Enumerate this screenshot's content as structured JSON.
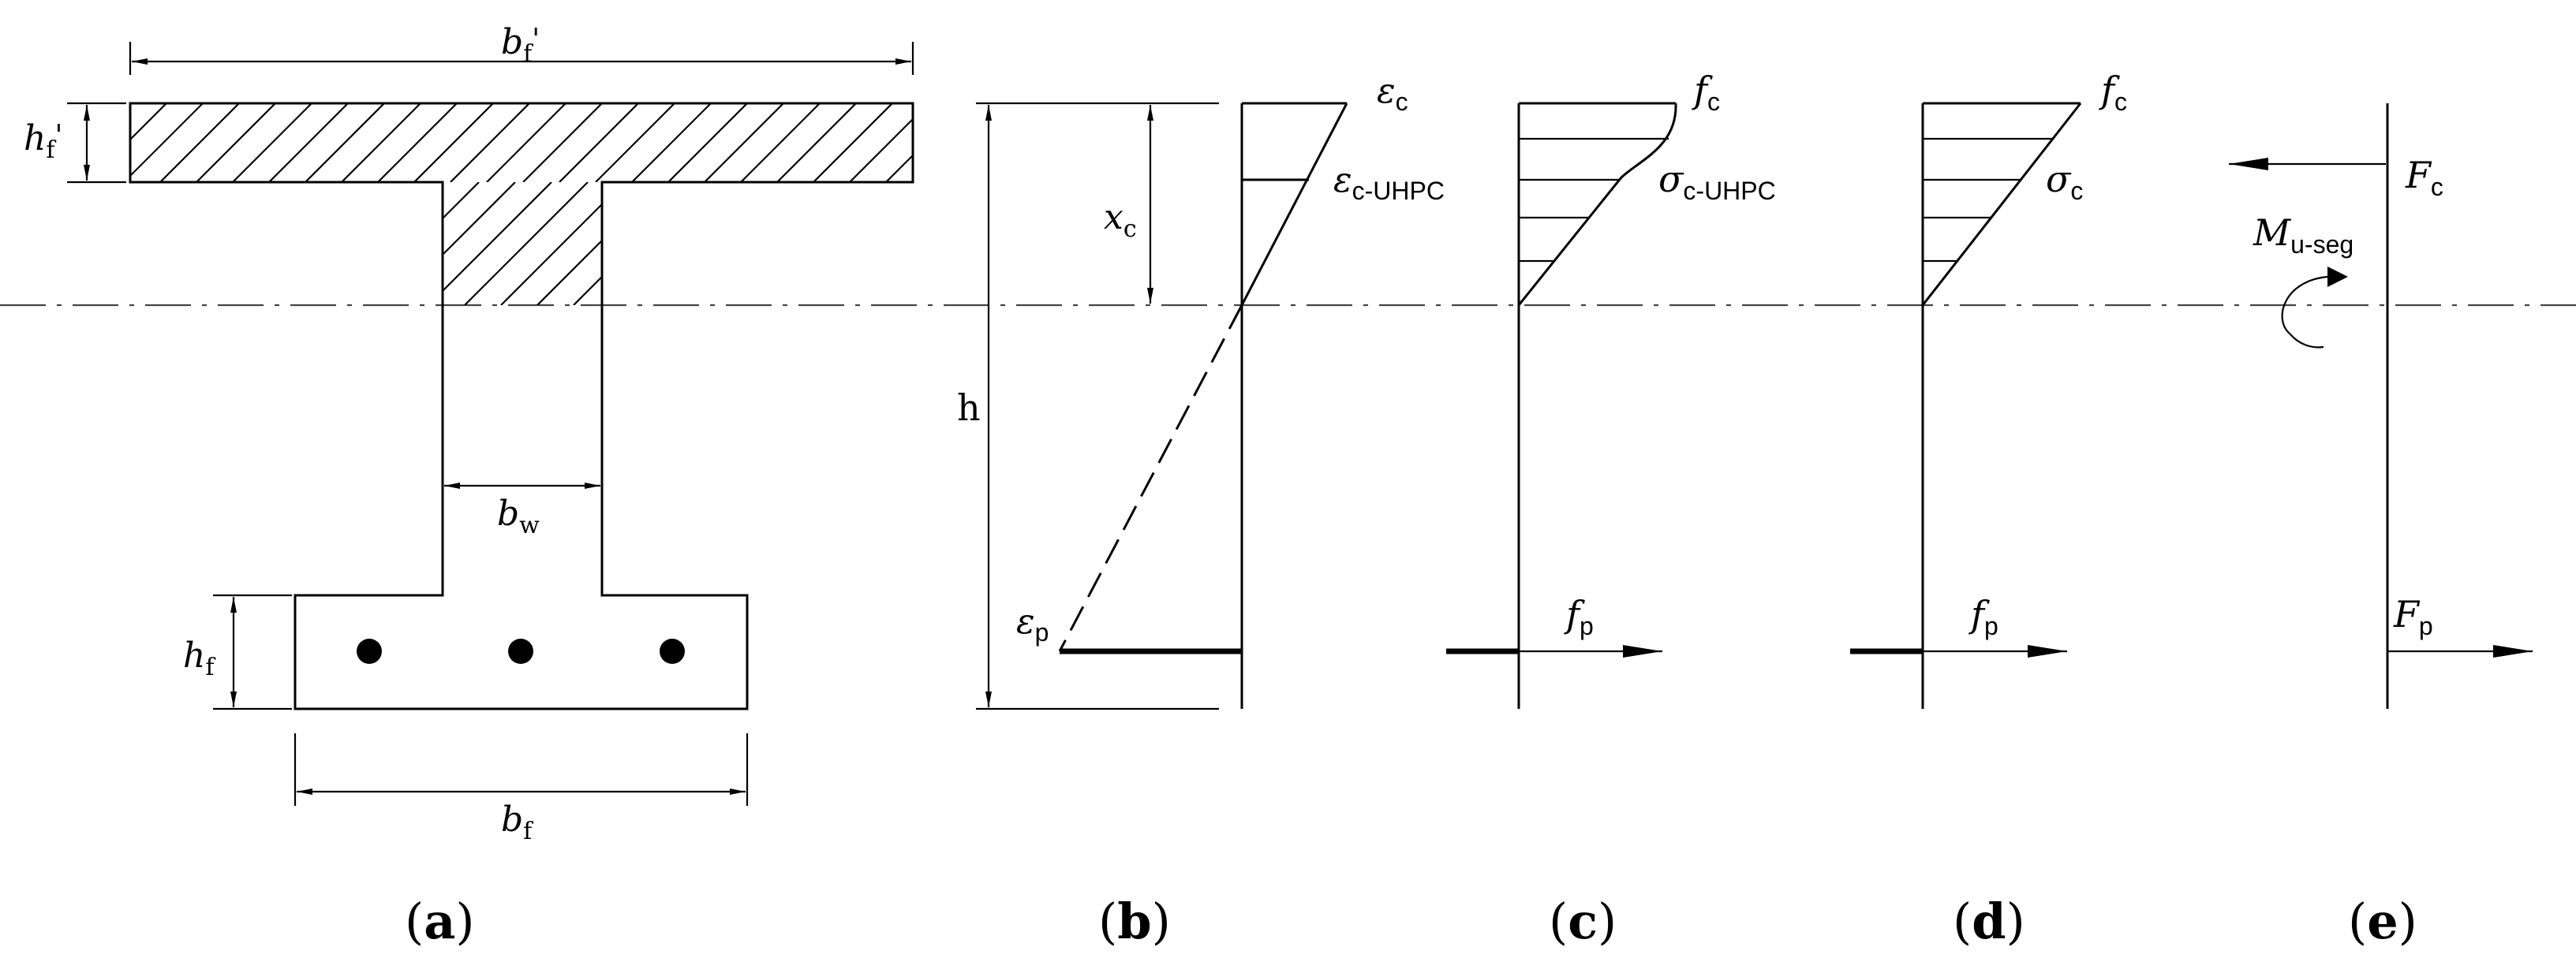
{
  "colors": {
    "ink": "#000000",
    "background": "#ffffff"
  },
  "panel_a": {
    "bf_prime": {
      "base": "b",
      "sub": "f",
      "sup": "'"
    },
    "hf_prime": {
      "base": "h",
      "sub": "f",
      "sup": "'"
    },
    "bw": {
      "base": "b",
      "sub": "w"
    },
    "hf": {
      "base": "h",
      "sub": "f"
    },
    "bf": {
      "base": "b",
      "sub": "f"
    },
    "caption": {
      "open": "(",
      "letter": "a",
      "close": ")"
    }
  },
  "panel_b": {
    "eps_c": {
      "base": "ε",
      "sub": "c"
    },
    "eps_c_uhpc": {
      "base": "ε",
      "sub": "c-UHPC"
    },
    "xc": {
      "base": "x",
      "sub": "c"
    },
    "h": "h",
    "eps_p": {
      "base": "ε",
      "sub": "p"
    },
    "caption": {
      "open": "(",
      "letter": "b",
      "close": ")"
    }
  },
  "panel_c": {
    "fc": {
      "base": "f",
      "sub": "c"
    },
    "sigma_c_uhpc": {
      "base": "σ",
      "sub": "c-UHPC"
    },
    "fp": {
      "base": "f",
      "sub": "p"
    },
    "caption": {
      "open": "(",
      "letter": "c",
      "close": ")"
    }
  },
  "panel_d": {
    "fc": {
      "base": "f",
      "sub": "c"
    },
    "sigma_c": {
      "base": "σ",
      "sub": "c"
    },
    "fp": {
      "base": "f",
      "sub": "p"
    },
    "caption": {
      "open": "(",
      "letter": "d",
      "close": ")"
    }
  },
  "panel_e": {
    "Fc": {
      "base": "F",
      "sub": "c"
    },
    "Mu": {
      "base": "M",
      "sub": "u-seg"
    },
    "Fp": {
      "base": "F",
      "sub": "p"
    },
    "caption": {
      "open": "(",
      "letter": "e",
      "close": ")"
    }
  }
}
